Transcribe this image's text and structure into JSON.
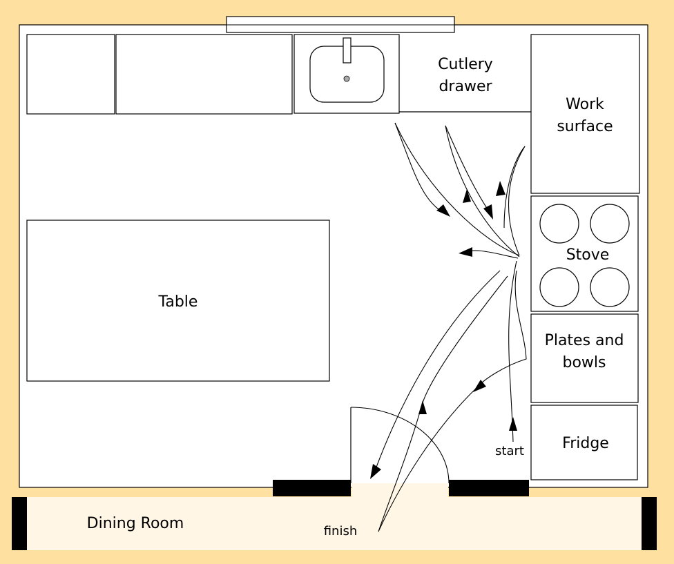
{
  "labels": {
    "cutlery_line1": "Cutlery",
    "cutlery_line2": "drawer",
    "work_line1": "Work",
    "work_line2": "surface",
    "stove": "Stove",
    "plates_line1": "Plates and",
    "plates_line2": "bowls",
    "fridge": "Fridge",
    "table": "Table",
    "dining_room": "Dining Room",
    "start": "start",
    "finish": "finish"
  },
  "colors": {
    "background": "#FEE1A0",
    "dining_room_fill": "#FFF6E6",
    "floor": "#FFFFFF",
    "lines": "#000000"
  }
}
